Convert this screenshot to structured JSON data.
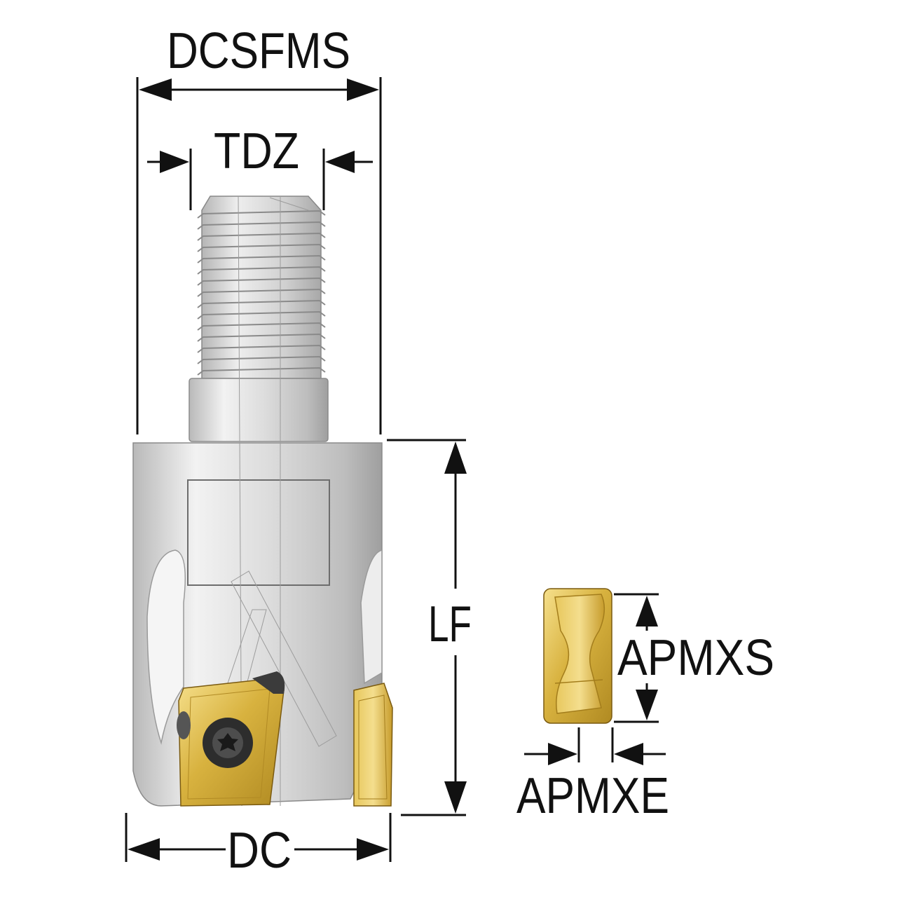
{
  "labels": {
    "dcsfms": "DCSFMS",
    "tdz": "TDZ",
    "lf": "LF",
    "dc": "DC",
    "apmxs": "APMXS",
    "apmxe": "APMXE"
  },
  "colors": {
    "line": "#111111",
    "steel": "#d4d4d4",
    "steel_light": "#efefef",
    "steel_dark": "#a9a9a9",
    "gold": "#d9b443",
    "gold_light": "#f3dc86",
    "gold_dark": "#a9801c",
    "screw": "#2a2a2a"
  },
  "icons": {
    "tool": "indexable-end-mill-icon",
    "insert": "cutting-insert-icon"
  }
}
